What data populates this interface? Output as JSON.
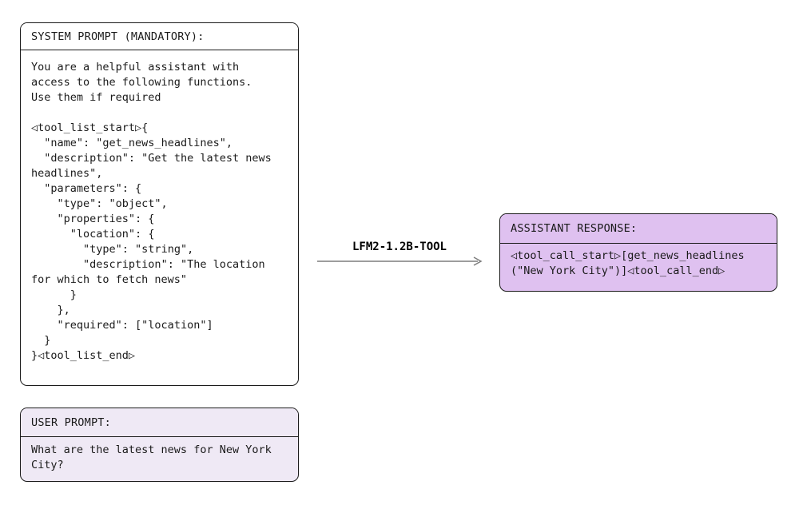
{
  "diagram": {
    "system_prompt": {
      "title": "SYSTEM PROMPT (MANDATORY):",
      "body": "You are a helpful assistant with\naccess to the following functions.\nUse them if required\n\n◁tool_list_start▷{\n  \"name\": \"get_news_headlines\",\n  \"description\": \"Get the latest news\nheadlines\",\n  \"parameters\": {\n    \"type\": \"object\",\n    \"properties\": {\n      \"location\": {\n        \"type\": \"string\",\n        \"description\": \"The location\nfor which to fetch news\"\n      }\n    },\n    \"required\": [\"location\"]\n  }\n}◁tool_list_end▷"
    },
    "user_prompt": {
      "title": "USER PROMPT:",
      "body": "What are the latest news for New York\nCity?"
    },
    "model_label": "LFM2-1.2B-TOOL",
    "assistant_response": {
      "title": "ASSISTANT RESPONSE:",
      "body": "◁tool_call_start▷[get_news_headlines\n(\"New York City\")]◁tool_call_end▷"
    },
    "colors": {
      "system_box_fill": "#ffffff",
      "user_box_fill": "#efe9f5",
      "assistant_box_fill": "#dfc1f0",
      "border": "#1a1a1a",
      "arrow": "#7d7d7d"
    }
  }
}
